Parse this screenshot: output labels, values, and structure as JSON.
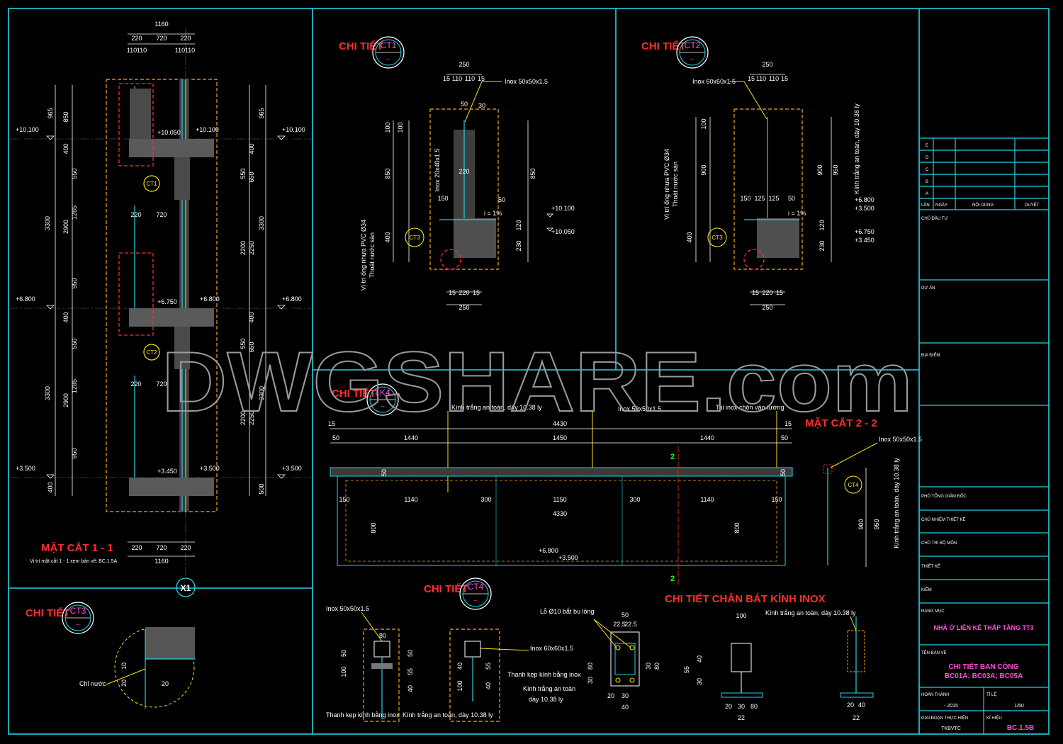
{
  "watermark": "DWGSHARE.com",
  "colors": {
    "frame": "#22d3e6",
    "title_red": "#ff2d2d",
    "callout_yellow": "#f6e21a",
    "dashed_orange": "#ffa41a",
    "level_magenta": "#ff4fd8"
  },
  "section_11": {
    "title": "MẶT CẮT 1 - 1",
    "note": "Vị trí mặt cắt 1 - 1 xem bản vẽ: BC.1.5A",
    "axis_label": "X1",
    "top_dims": {
      "total": "1160",
      "parts": [
        "220",
        "720",
        "220"
      ],
      "small": [
        "110",
        "110",
        "110",
        "110"
      ]
    },
    "bottom_dims": {
      "total": "1160",
      "parts": [
        "220",
        "720",
        "220"
      ]
    },
    "levels": [
      "+10.100",
      "+6.800",
      "+3.500"
    ],
    "inner_levels": [
      "+10.050",
      "+6.750",
      "+3.450"
    ],
    "left_dims": [
      "965",
      "850",
      "400",
      "550",
      "3300",
      "2900",
      "1285",
      "950",
      "400",
      "550",
      "3300",
      "2900",
      "1285",
      "950",
      "400"
    ],
    "right_dims": [
      "965",
      "400",
      "550",
      "650",
      "2200",
      "3300",
      "2250",
      "400",
      "550",
      "650",
      "2200",
      "3300",
      "2250",
      "500"
    ],
    "mid_dims": [
      "220",
      "720",
      "220",
      "720"
    ],
    "callouts": [
      "CT1",
      "CT2"
    ]
  },
  "ct1": {
    "label": "CHI TIẾT",
    "tag": "CT1",
    "top_dims": [
      "250",
      "15",
      "110",
      "110",
      "15",
      "50"
    ],
    "annotations": [
      "Inox 50x50x1.5",
      "Inox 20x40x1.5",
      "Vị trí ống nhựa PVC Ø34",
      "Thoát nước sàn",
      "i = 1%"
    ],
    "dims": [
      "100",
      "850",
      "850",
      "400",
      "220",
      "150",
      "120",
      "230",
      "50",
      "30",
      "100"
    ],
    "levels": [
      "+10.100",
      "+10.050"
    ],
    "bottom_dims": [
      "15",
      "220",
      "15",
      "250"
    ],
    "detail_tag": "CT3"
  },
  "ct2": {
    "label": "CHI TIẾT",
    "tag": "CT2",
    "top_dims": [
      "250",
      "15",
      "110",
      "110",
      "15"
    ],
    "annotations": [
      "Inox 60x60x1.5",
      "Kính trắng an toàn, dày 10.38 ly",
      "Vị trí ống nhựa PVC Ø34",
      "Thoát nước sàn",
      "i = 1%"
    ],
    "dims": [
      "100",
      "900",
      "900",
      "950",
      "150",
      "125",
      "125",
      "50",
      "120",
      "230",
      "400"
    ],
    "levels": [
      "+6.800",
      "+3.500",
      "+6.750",
      "+3.450"
    ],
    "bottom_dims": [
      "15",
      "220",
      "15",
      "250"
    ],
    "detail_tag": "CT3"
  },
  "lk4": {
    "label": "CHI TIẾT",
    "tag": "LK4",
    "annotations": [
      "Kính trắng an toàn, dày 10.38 ly",
      "Inox 50x50x1.5",
      "Tai inox chôn vào tường"
    ],
    "top_total": "4430",
    "top_parts": [
      "15",
      "50",
      "1440",
      "1450",
      "1440",
      "50",
      "15"
    ],
    "inner_dims": [
      "150",
      "1140",
      "300",
      "1150",
      "300",
      "1140",
      "150"
    ],
    "inner_total": "4330",
    "height_dims": [
      "800",
      "800",
      "50",
      "50"
    ],
    "levels": [
      "+6.800",
      "+3.500"
    ],
    "section_mark": "2"
  },
  "section_22": {
    "title": "MẶT CẮT 2 - 2",
    "annotations": [
      "Inox 50x50x1.5",
      "Kính trắng an toàn, dày 10.38 ly"
    ],
    "dims": [
      "900",
      "950"
    ],
    "detail_tag": "CT4"
  },
  "ct3": {
    "label": "CHI TIẾT",
    "tag": "CT3",
    "annotation": "Chỉ nước",
    "dims": [
      "10",
      "20",
      "20"
    ]
  },
  "ct4": {
    "label": "CHI TIẾT",
    "tag": "CT4",
    "annotations": [
      "Inox 50x50x1.5",
      "Lỗ Ø10 bắt bu lông",
      "Inox 60x60x1.5",
      "Thanh kẹp kính bằng inox",
      "Kính trắng an toàn",
      "dày 10.38 ly",
      "Thanh kẹp kính bằng inox",
      "Kính trắng an toàn, dày 10.38 ly"
    ],
    "dims": [
      "80",
      "50",
      "100",
      "50",
      "55",
      "40",
      "40",
      "100",
      "55",
      "40"
    ]
  },
  "chan_bat": {
    "title": "CHI TIẾT CHÂN BÁT KÍNH INOX",
    "annotation": "Kính trắng an toàn, dày 10.38 ly",
    "dims": [
      "50",
      "22.5",
      "22.5",
      "30",
      "80",
      "80",
      "30",
      "20",
      "30",
      "40",
      "100",
      "55",
      "40",
      "30",
      "20",
      "30",
      "80",
      "22",
      "20",
      "40"
    ]
  },
  "title_block": {
    "revision_letters": [
      "E",
      "D",
      "C",
      "B",
      "A"
    ],
    "revision_headers": [
      "LẦN",
      "NGÀY",
      "NỘI DUNG",
      "DUYỆT"
    ],
    "chu_dau_tu": "CHỦ ĐẦU TƯ",
    "du_an": "DỰ ÁN",
    "dia_diem": "ĐỊA ĐIỂM",
    "pho_tgd": "PHÓ TỔNG GIÁM ĐỐC",
    "chu_nhiem": "CHỦ NHIỆM THIẾT KẾ",
    "chu_tri": "CHỦ TRÌ BỘ MÔN",
    "thiet_ke": "THIẾT KẾ",
    "kiem": "KIỂM",
    "hang_muc_label": "HẠNG MỤC",
    "hang_muc": "NHÀ Ở LIÊN KẾ THẤP TẦNG TT3",
    "ten_ban_ve_label": "TÊN BẢN VẼ",
    "ten_ban_ve_1": "CHI TIẾT BAN CÔNG",
    "ten_ban_ve_2": "BC01A; BC03A; BC05A",
    "hoan_thanh_label": "HOÀN THÀNH",
    "hoan_thanh": "- 2015",
    "ti_le_label": "TỈ LỆ",
    "ti_le": "1/50",
    "giai_doan_label": "GIAI ĐOẠN THỰC HIỆN",
    "giai_doan": "TKBVTC",
    "ki_hieu_label": "KÍ HIỆU",
    "ki_hieu": "BC.1.5B"
  }
}
